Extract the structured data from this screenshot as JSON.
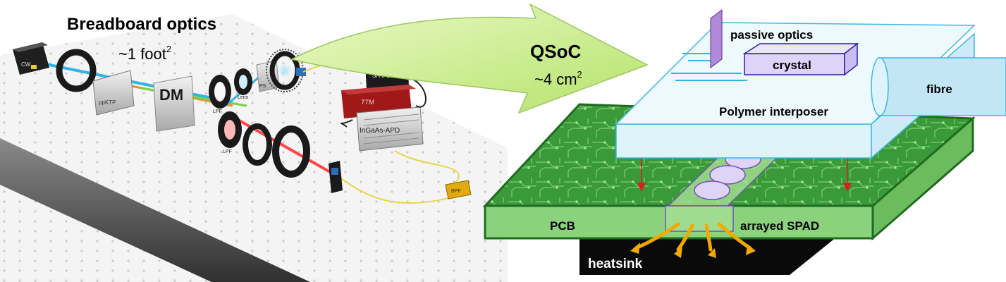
{
  "breadboard": {
    "title": "Breadboard optics",
    "area_prefix": "~1 foot",
    "area_exponent": "2",
    "labels": {
      "cw": "CW",
      "ppktp": "ppKTP",
      "dm": "DM",
      "lpf1": "LPF",
      "lens": "Lens",
      "ps": "PS",
      "si_apd": "Si-APD",
      "ttm": "TTM",
      "ingaas_apd": "InGaAs-APD",
      "lpf2": "LPF",
      "bpf": "BPF"
    }
  },
  "arrow": {
    "title": "QSoC",
    "area_prefix": "~4 cm",
    "area_exponent": "2"
  },
  "chip": {
    "passive_optics": "passive optics",
    "crystal": "crystal",
    "fibre": "fibre",
    "polymer_interposer": "Polymer interposer",
    "pcb": "PCB",
    "arrayed_spad": "arrayed SPAD",
    "heatsink": "heatsink"
  },
  "colors": {
    "interposer_fill": "#dff3fb",
    "interposer_stroke": "#3db8e6",
    "pcb_green": "#2e8a2e",
    "pcb_outline": "#1f6b1f",
    "crystal_fill": "#ddd4f7",
    "crystal_stroke": "#2c1fa8",
    "heat_arrow": "#f2a900",
    "big_arrow": "#c7ee7c",
    "ttm_red": "#a01818"
  }
}
